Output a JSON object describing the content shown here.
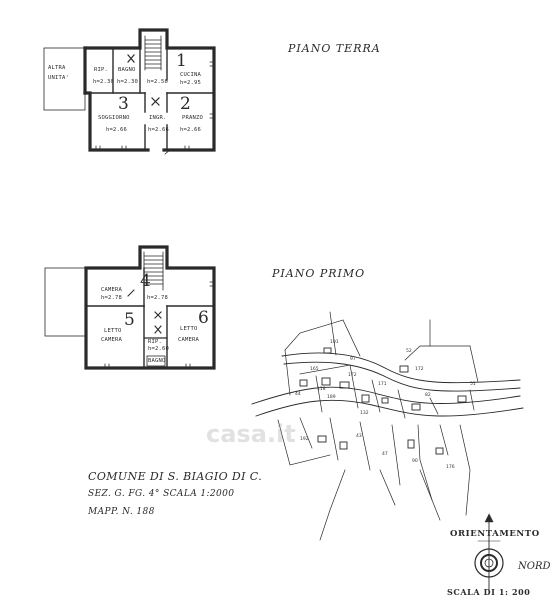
{
  "ground_floor": {
    "title": "PIANO TERRA",
    "other_unit": [
      "ALTRA",
      "UNITA'"
    ],
    "rooms": {
      "rip": "RIP.",
      "bagno": "BAGNO",
      "cucina": "CUCINA",
      "soggiorno": "SOGGIORNO",
      "ingr": "INGR.",
      "pranzo": "PRANZO"
    },
    "heights": {
      "rip": "h=2.30",
      "bagno": "h=2.30",
      "scala": "h=2.56",
      "cucina": "h=2.95",
      "soggiorno": "h=2.66",
      "ingr": "h=2.66",
      "pranzo": "h=2.66"
    },
    "numbers": [
      "1",
      "2",
      "3"
    ]
  },
  "first_floor": {
    "title": "PIANO PRIMO",
    "rooms": {
      "camera": "CAMERA",
      "letto_a": "LETTO",
      "camera_a": "CAMERA",
      "letto_b": "LETTO",
      "camera_b": "CAMERA",
      "rip": "RIP.",
      "bagno": "BAGNO"
    },
    "heights": {
      "camera": "h=2.78",
      "scala": "h=2.78",
      "rip": "h=2.60"
    },
    "numbers": [
      "4",
      "5",
      "6"
    ]
  },
  "cadastral": {
    "line1": "COMUNE DI S. BIAGIO DI C.",
    "line2": "SEZ. G.   FG. 4°   SCALA  1:2000",
    "line3": "MAPP. N. 188"
  },
  "compass": {
    "orientation_label": "ORIENTAMENTO",
    "north_label": "NORD",
    "scale_label": "SCALA DI 1: 200"
  },
  "watermark": "casa.it"
}
